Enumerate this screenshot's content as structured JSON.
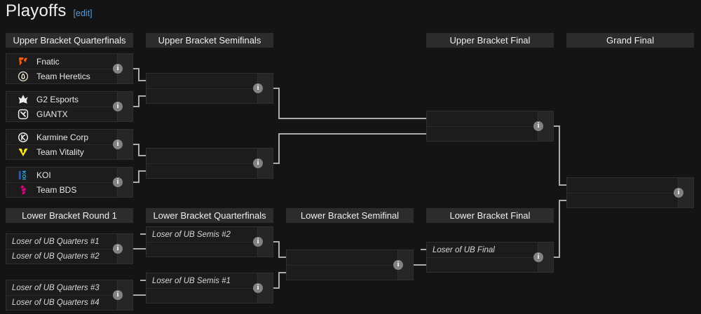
{
  "title": {
    "text": "Playoffs",
    "edit_link": "[edit]"
  },
  "headers": {
    "ub_qf": "Upper Bracket Quarterfinals",
    "ub_sf": "Upper Bracket Semifinals",
    "ub_f": "Upper Bracket Final",
    "gf": "Grand Final",
    "lb_r1": "Lower Bracket Round 1",
    "lb_qf": "Lower Bracket Quarterfinals",
    "lb_sf": "Lower Bracket Semifinal",
    "lb_f": "Lower Bracket Final"
  },
  "teams": [
    {
      "name": "Fnatic",
      "logo": "fnatic-logo",
      "color": "#ff5a00"
    },
    {
      "name": "Team Heretics",
      "logo": "team-heretics-logo",
      "color": "#eae2c8"
    },
    {
      "name": "G2 Esports",
      "logo": "g2-esports-logo",
      "color": "#ececec"
    },
    {
      "name": "GIANTX",
      "logo": "giantx-logo",
      "color": "#ececec"
    },
    {
      "name": "Karmine Corp",
      "logo": "karmine-corp-logo",
      "color": "#ececec"
    },
    {
      "name": "Team Vitality",
      "logo": "team-vitality-logo",
      "color": "#ffed00"
    },
    {
      "name": "KOI",
      "logo": "koi-logo",
      "color": "#2cb7e8"
    },
    {
      "name": "Team BDS",
      "logo": "team-bds-logo",
      "color": "#e6007e"
    }
  ],
  "placeholders": {
    "lb_r1_m1_top": "Loser of UB Quarters #1",
    "lb_r1_m1_bottom": "Loser of UB Quarters #2",
    "lb_r1_m2_top": "Loser of UB Quarters #3",
    "lb_r1_m2_bottom": "Loser of UB Quarters #4",
    "lb_qf1_top": "Loser of UB Semis #2",
    "lb_qf2_top": "Loser of UB Semis #1",
    "lb_final_top": "Loser of UB Final"
  },
  "icons": {
    "match_info": "i"
  },
  "colors": {
    "background": "#141414",
    "header_bg": "#2c2c2c",
    "box_bg": "#1c1c1c",
    "box_border": "#2e2e2e",
    "score_col_bg": "#262626",
    "connector": "#ababab",
    "edit_link": "#559ad3",
    "info_icon_bg": "#828282"
  }
}
